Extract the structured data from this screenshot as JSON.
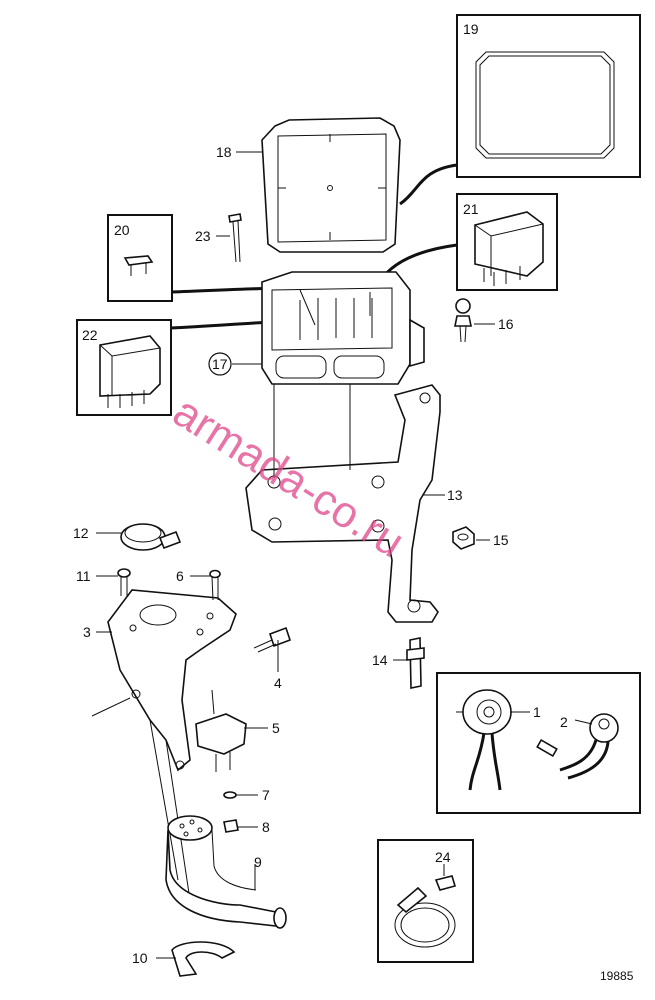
{
  "diagram": {
    "figure_number": "19885",
    "watermark": "armada-co.ru",
    "callouts": {
      "c1": "1",
      "c2": "2",
      "c3": "3",
      "c4": "4",
      "c5": "5",
      "c6": "6",
      "c7": "7",
      "c8": "8",
      "c9": "9",
      "c10": "10",
      "c11": "11",
      "c12": "12",
      "c13": "13",
      "c14": "14",
      "c15": "15",
      "c16": "16",
      "c17": "17",
      "c18": "18",
      "c19": "19",
      "c20": "20",
      "c21": "21",
      "c22": "22",
      "c23": "23",
      "c24": "24"
    }
  }
}
